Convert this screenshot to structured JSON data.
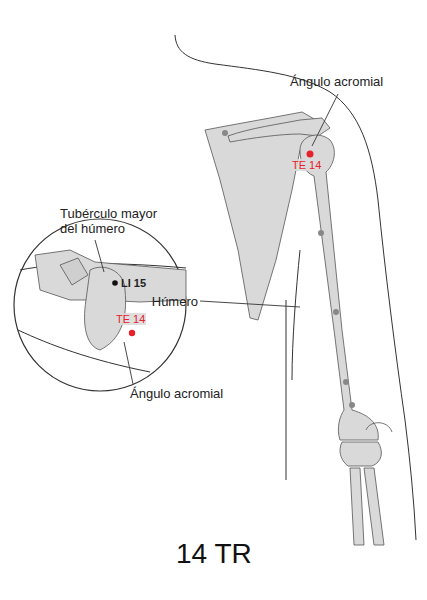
{
  "diagram": {
    "caption": "14 TR",
    "labels": [
      "Ángulo acromial",
      "TE 14",
      "Tubérculo mayor del húmero",
      "LI 15",
      "TE 14",
      "Húmero",
      "Ángulo acromial"
    ]
  }
}
